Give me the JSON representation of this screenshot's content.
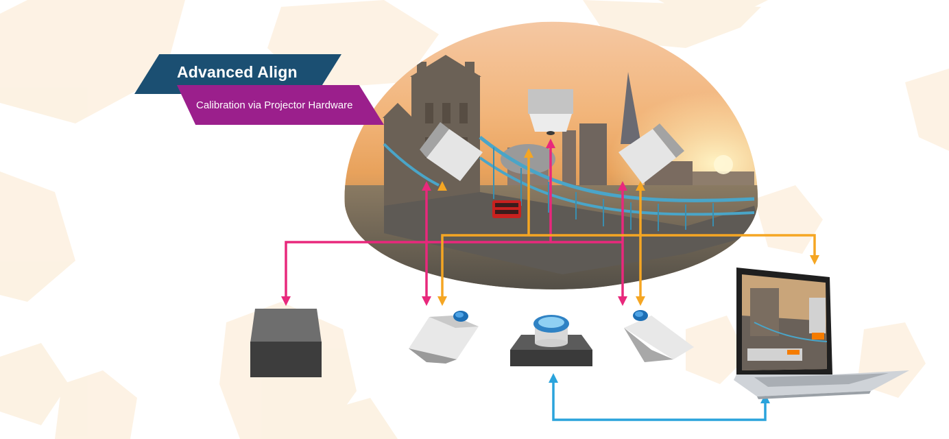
{
  "title": "Advanced Align",
  "subtitle": "Calibration via Projector Hardware",
  "colors": {
    "background_hex": "#fdf3e6",
    "title_bar": "#1b4f72",
    "subtitle_bar": "#9b1f8c",
    "magenta_arrow": "#e8287c",
    "orange_arrow": "#f5a623",
    "blue_arrow": "#2aa3dc",
    "device_gray": "#8c8c8c",
    "device_dark": "#3a3a3a"
  },
  "icons": [
    "dome-screen-photo",
    "projector-icon",
    "ceiling-projector-icon",
    "media-server-icon",
    "camera-icon",
    "laptop-icon"
  ]
}
